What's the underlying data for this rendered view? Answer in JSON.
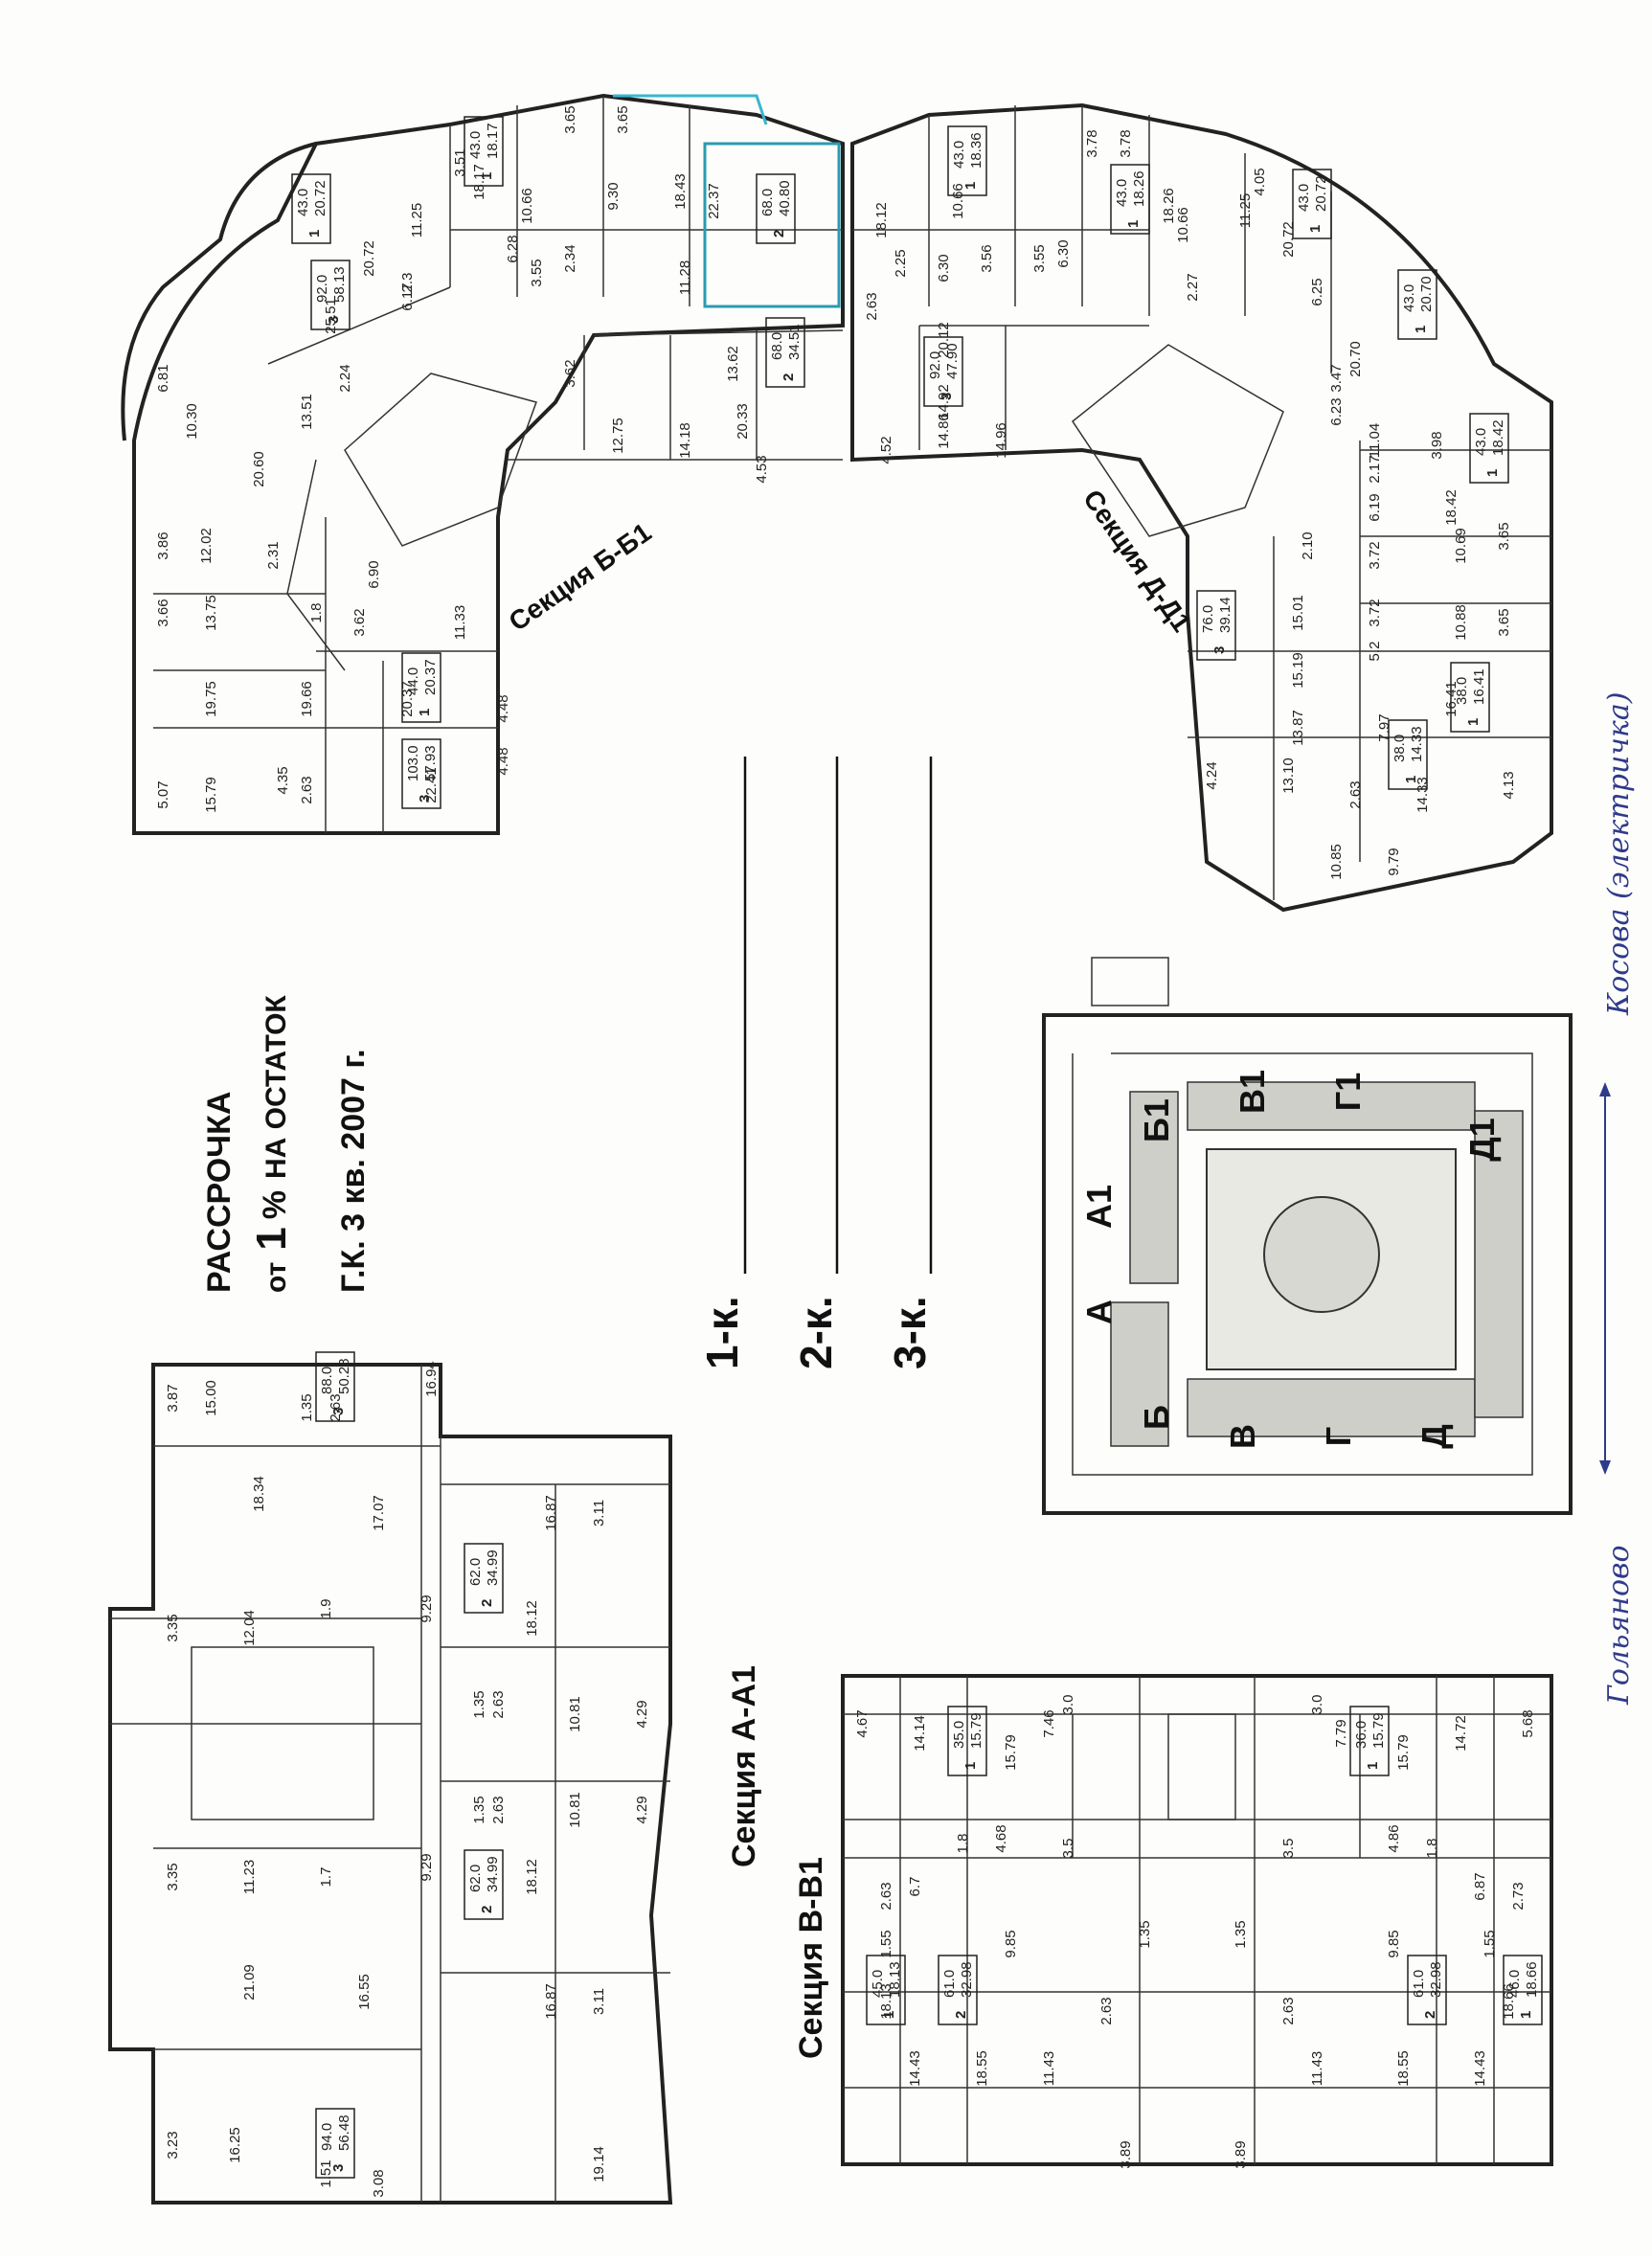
{
  "promo": {
    "title": "РАССРОЧКА",
    "line_prefix": "от",
    "line_one": "1",
    "line_percent": "%",
    "line_rest": "НА ОСТАТОК",
    "deadline": "Г.К. 3 кв. 2007 г."
  },
  "room_types": [
    "1-к.",
    "2-к.",
    "3-к."
  ],
  "sections": {
    "bb1": "Секция Б-Б1",
    "dd1": "Секция Д-Д1",
    "aa1": "Секция А-А1",
    "vv1": "Секция В-В1"
  },
  "site_plan": {
    "letters": [
      "А",
      "А1",
      "Б",
      "Б1",
      "В",
      "В1",
      "Г",
      "Г1",
      "Д",
      "Д1"
    ]
  },
  "handwritten": {
    "left": "Гольяново",
    "right": "Косова (электричка)"
  },
  "bb1_rooms": [
    "20.72",
    "11.25",
    "3.51",
    "18.17",
    "10.66",
    "6.28",
    "3.55",
    "2.34",
    "9.30",
    "18.43",
    "22.37",
    "11.28",
    "25.51",
    "6.17",
    "2.3",
    "6.81",
    "10.30",
    "2.24",
    "13.51",
    "20.60",
    "3.86",
    "12.02",
    "2.31",
    "3.66",
    "13.75",
    "1.8",
    "6.90",
    "3.62",
    "11.33",
    "19.75",
    "19.66",
    "20.37",
    "5.07",
    "15.79",
    "4.35",
    "2.63",
    "22.41",
    "4.48",
    "4.48",
    "12.75",
    "14.18",
    "13.62",
    "20.33",
    "4.53",
    "3.62",
    "3.65",
    "3.65"
  ],
  "bb1_units": [
    {
      "rooms": "1",
      "area": "43.0",
      "living": "20.72"
    },
    {
      "rooms": "1",
      "area": "43.0",
      "living": "18.17"
    },
    {
      "rooms": "2",
      "area": "68.0",
      "living": "40.80"
    },
    {
      "rooms": "3",
      "area": "92.0",
      "living": "58.13"
    },
    {
      "rooms": "2",
      "area": "68.0",
      "living": "34.51"
    },
    {
      "rooms": "1",
      "area": "44.0",
      "living": "20.37"
    },
    {
      "rooms": "3",
      "area": "103.0",
      "living": "57.93"
    }
  ],
  "dd1_rooms": [
    "18.12",
    "2.25",
    "6.30",
    "10.66",
    "3.56",
    "3.55",
    "6.30",
    "3.78",
    "3.78",
    "18.26",
    "10.66",
    "2.27",
    "11.25",
    "4.05",
    "20.72",
    "6.25",
    "20.70",
    "2.63",
    "20.12",
    "14.92",
    "14.86",
    "14.96",
    "4.52",
    "3.47",
    "6.23",
    "11.04",
    "3.98",
    "2.17",
    "6.19",
    "18.42",
    "3.72",
    "10.69",
    "3.65",
    "3.72",
    "10.88",
    "3.65",
    "5.2",
    "2.10",
    "15.01",
    "15.19",
    "13.87",
    "16.41",
    "7.97",
    "13.10",
    "4.24",
    "2.63",
    "14.33",
    "4.13",
    "10.85",
    "9.79"
  ],
  "dd1_units": [
    {
      "rooms": "1",
      "area": "43.0",
      "living": "18.36"
    },
    {
      "rooms": "1",
      "area": "43.0",
      "living": "18.26"
    },
    {
      "rooms": "1",
      "area": "43.0",
      "living": "20.72"
    },
    {
      "rooms": "1",
      "area": "43.0",
      "living": "20.70"
    },
    {
      "rooms": "3",
      "area": "92.0",
      "living": "47.90"
    },
    {
      "rooms": "1",
      "area": "43.0",
      "living": "18.42"
    },
    {
      "rooms": "3",
      "area": "76.0",
      "living": "39.14"
    },
    {
      "rooms": "1",
      "area": "38.0",
      "living": "16.41"
    },
    {
      "rooms": "1",
      "area": "38.0",
      "living": "14.33"
    }
  ],
  "aa1_rooms": [
    "3.87",
    "15.00",
    "1.35",
    "2.63",
    "16.94",
    "18.34",
    "17.07",
    "16.87",
    "3.11",
    "3.35",
    "12.04",
    "1.9",
    "9.29",
    "18.12",
    "1.35",
    "2.63",
    "10.81",
    "4.29",
    "4.29",
    "10.81",
    "2.63",
    "1.35",
    "18.12",
    "9.29",
    "1.7",
    "11.23",
    "3.35",
    "21.09",
    "16.55",
    "16.87",
    "3.11",
    "3.23",
    "16.25",
    "1.51",
    "3.08",
    "19.14"
  ],
  "aa1_units": [
    {
      "rooms": "3",
      "area": "88.0",
      "living": "50.28"
    },
    {
      "rooms": "2",
      "area": "62.0",
      "living": "34.99"
    },
    {
      "rooms": "2",
      "area": "62.0",
      "living": "34.99"
    },
    {
      "rooms": "3",
      "area": "94.0",
      "living": "56.48"
    }
  ],
  "vv1_rooms": [
    "4.67",
    "14.14",
    "15.79",
    "7.46",
    "3.0",
    "3.0",
    "7.79",
    "15.79",
    "14.72",
    "5.68",
    "1.8",
    "4.68",
    "3.5",
    "3.5",
    "4.86",
    "1.8",
    "2.63",
    "6.7",
    "6.87",
    "2.73",
    "1.55",
    "9.85",
    "1.35",
    "1.35",
    "9.85",
    "1.55",
    "18.13",
    "18.66",
    "14.43",
    "18.55",
    "2.63",
    "2.63",
    "18.55",
    "14.43",
    "11.43",
    "11.43",
    "3.89",
    "3.89"
  ],
  "vv1_units": [
    {
      "rooms": "1",
      "area": "35.0",
      "living": "15.79"
    },
    {
      "rooms": "1",
      "area": "36.0",
      "living": "15.79"
    },
    {
      "rooms": "1",
      "area": "45.0",
      "living": "18.13"
    },
    {
      "rooms": "2",
      "area": "61.0",
      "living": "32.98"
    },
    {
      "rooms": "2",
      "area": "61.0",
      "living": "32.98"
    },
    {
      "rooms": "1",
      "area": "46.0",
      "living": "18.66"
    }
  ]
}
